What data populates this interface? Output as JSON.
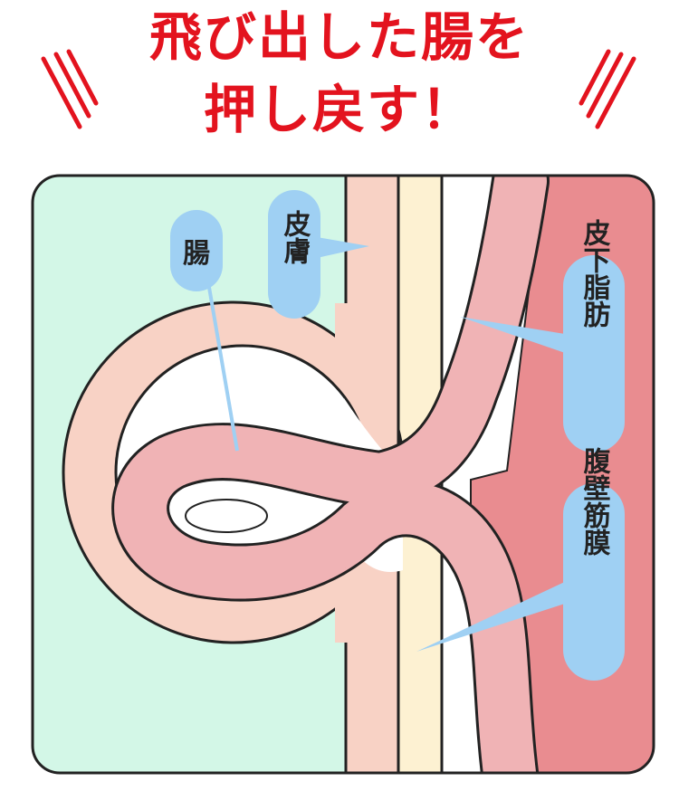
{
  "title": {
    "line1": "飛び出した腸を",
    "line2": "押し戻す！"
  },
  "labels": {
    "intestine": "腸",
    "skin": "皮膚",
    "subcutaneous_fat": "皮下脂肪",
    "abdominal_fascia": "腹壁筋膜"
  },
  "colors": {
    "title": "#e3131e",
    "background": "#d3f7e7",
    "skin": "#f8d2c5",
    "fat": "#fdf1d2",
    "muscle": "#e98c90",
    "intestine": "#f0b3b5",
    "label_bubble": "#9fd0f3"
  }
}
